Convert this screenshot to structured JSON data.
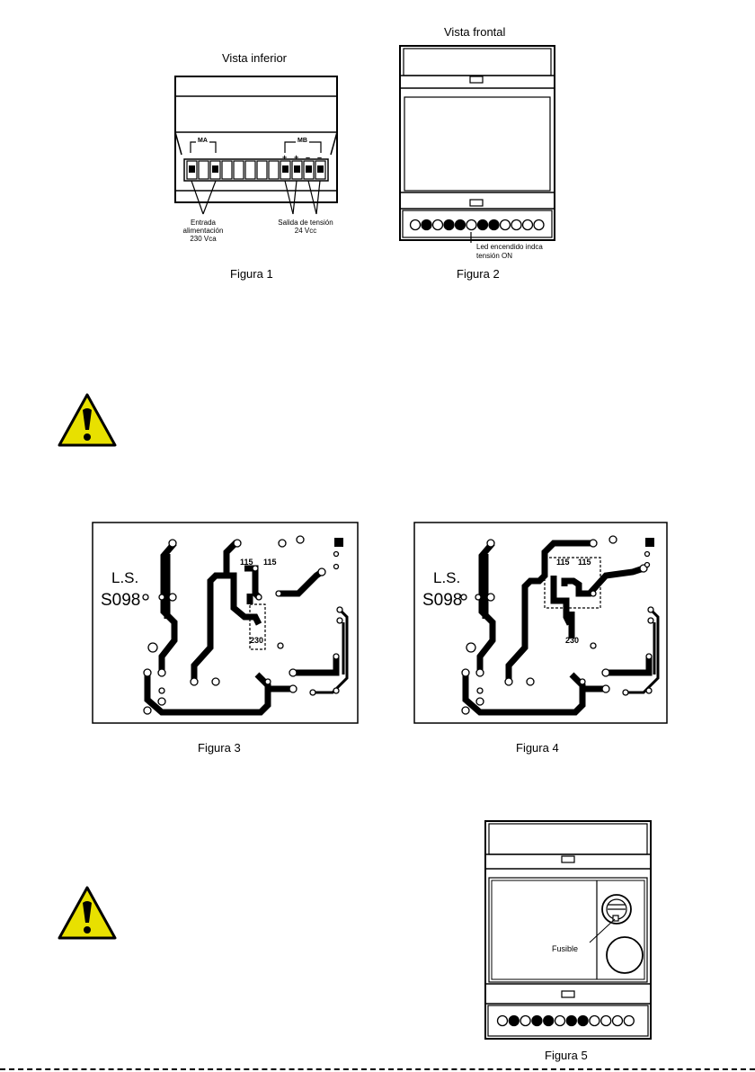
{
  "fig1": {
    "title": "Vista inferior",
    "caption": "Figura 1",
    "ma_label": "MA",
    "mb_label": "MB",
    "polarity": [
      "+",
      "+",
      "–",
      "–"
    ],
    "input_label_1": "Entrada",
    "input_label_2": "alimentación",
    "input_label_3": "230 Vca",
    "output_label_1": "Salida de tensión",
    "output_label_2": "24 Vcc"
  },
  "fig2": {
    "title": "Vista frontal",
    "caption": "Figura 2",
    "led_note_1": "Led encendido indca",
    "led_note_2": "tensión ON",
    "leds": [
      false,
      true,
      false,
      true,
      true,
      false,
      true,
      true,
      false,
      false,
      false,
      false
    ]
  },
  "fig3": {
    "caption": "Figura 3",
    "board_line1": "L.S.",
    "board_line2": "S098",
    "tap_left": "115",
    "tap_right": "115",
    "tap_bottom": "230"
  },
  "fig4": {
    "caption": "Figura 4",
    "board_line1": "L.S.",
    "board_line2": "S098",
    "tap_left": "115",
    "tap_right": "115",
    "tap_bottom": "230"
  },
  "fig5": {
    "caption": "Figura 5",
    "fuse_label": "Fusible",
    "leds": [
      false,
      true,
      false,
      true,
      true,
      false,
      true,
      true,
      false,
      false,
      false,
      false
    ]
  },
  "icons": [
    "warning-icon",
    "warning-icon"
  ]
}
